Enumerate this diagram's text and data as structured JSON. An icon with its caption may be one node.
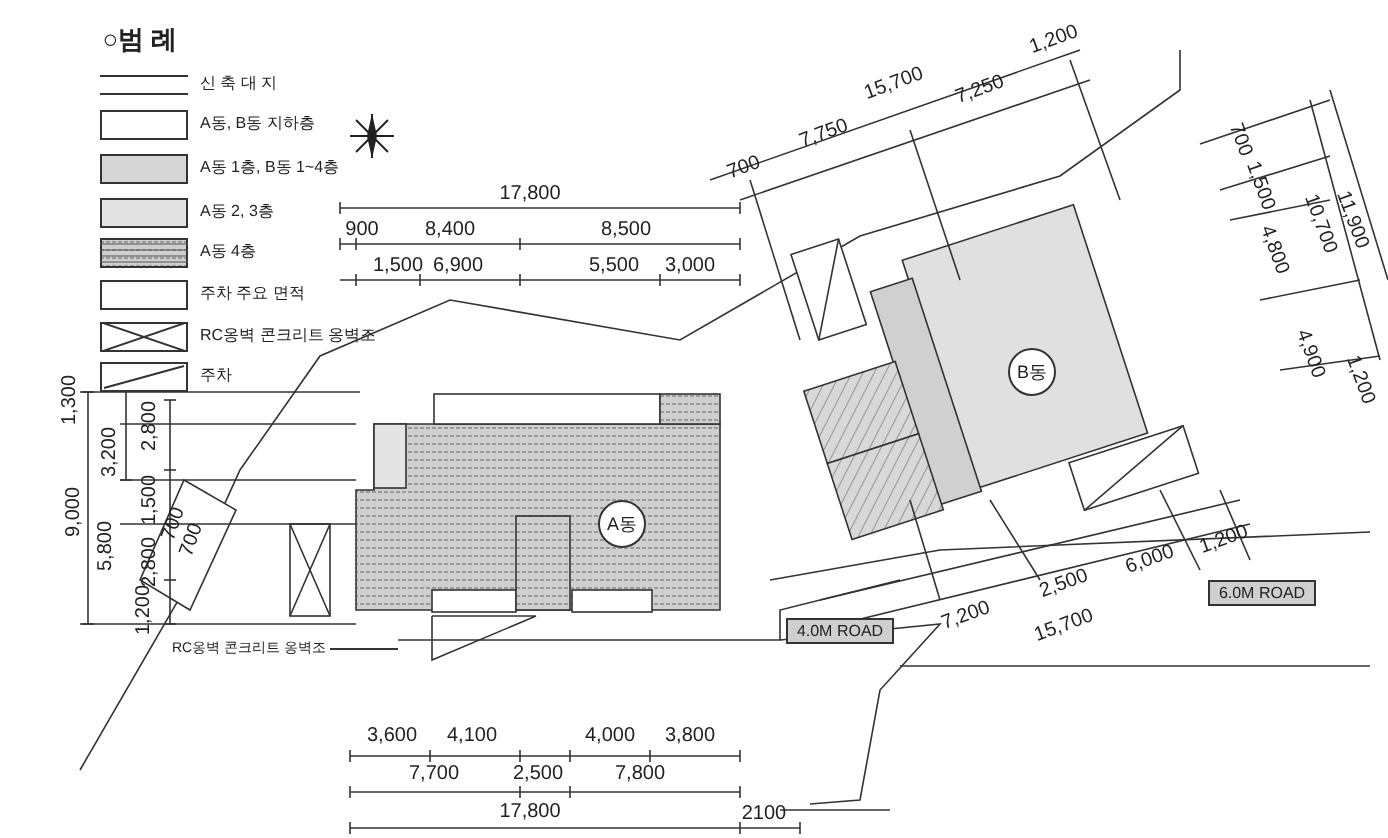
{
  "diagram": {
    "nodes": [
      {
        "text": [
          "A동"
        ]
      },
      {
        "text": [
          "B동"
        ]
      },
      {
        "text": [
          "4.0M ROAD"
        ]
      },
      {
        "text": [
          "6.0M ROAD"
        ]
      },
      {
        "text": [
          "RC옹벽 콘크리트 옹벽조"
        ]
      }
    ],
    "labels": [
      "○범 례",
      "17,800",
      "900",
      "8,400",
      "8,500",
      "1,500",
      "6,900",
      "5,500",
      "3,000",
      "1,200",
      "15,700",
      "7,250",
      "7,750",
      "700",
      "700",
      "1,500",
      "4,800",
      "10,700",
      "11,900",
      "4,900",
      "1,200",
      "1,300",
      "3,200",
      "2,800",
      "9,000",
      "5,800",
      "1,500",
      "700",
      "2,800",
      "700",
      "1,200",
      "7,200",
      "2,500",
      "6,000",
      "1,200",
      "15,700",
      "3,600",
      "4,100",
      "4,000",
      "3,800",
      "7,700",
      "2,500",
      "7,800",
      "17,800",
      "2100"
    ],
    "legend": [
      {
        "text": "신 축 대 지"
      },
      {
        "text": "A동, B동 지하층"
      },
      {
        "text": "A동 1층, B동 1~4층",
        "color": "#d6d6d6"
      },
      {
        "text": "A동 2, 3층",
        "color": "#e2e2e2"
      },
      {
        "text": "A동 4층"
      },
      {
        "text": "주차 주요 면적"
      },
      {
        "text": "RC옹벽 콘크리트 옹벽조"
      },
      {
        "text": "주차"
      }
    ]
  }
}
